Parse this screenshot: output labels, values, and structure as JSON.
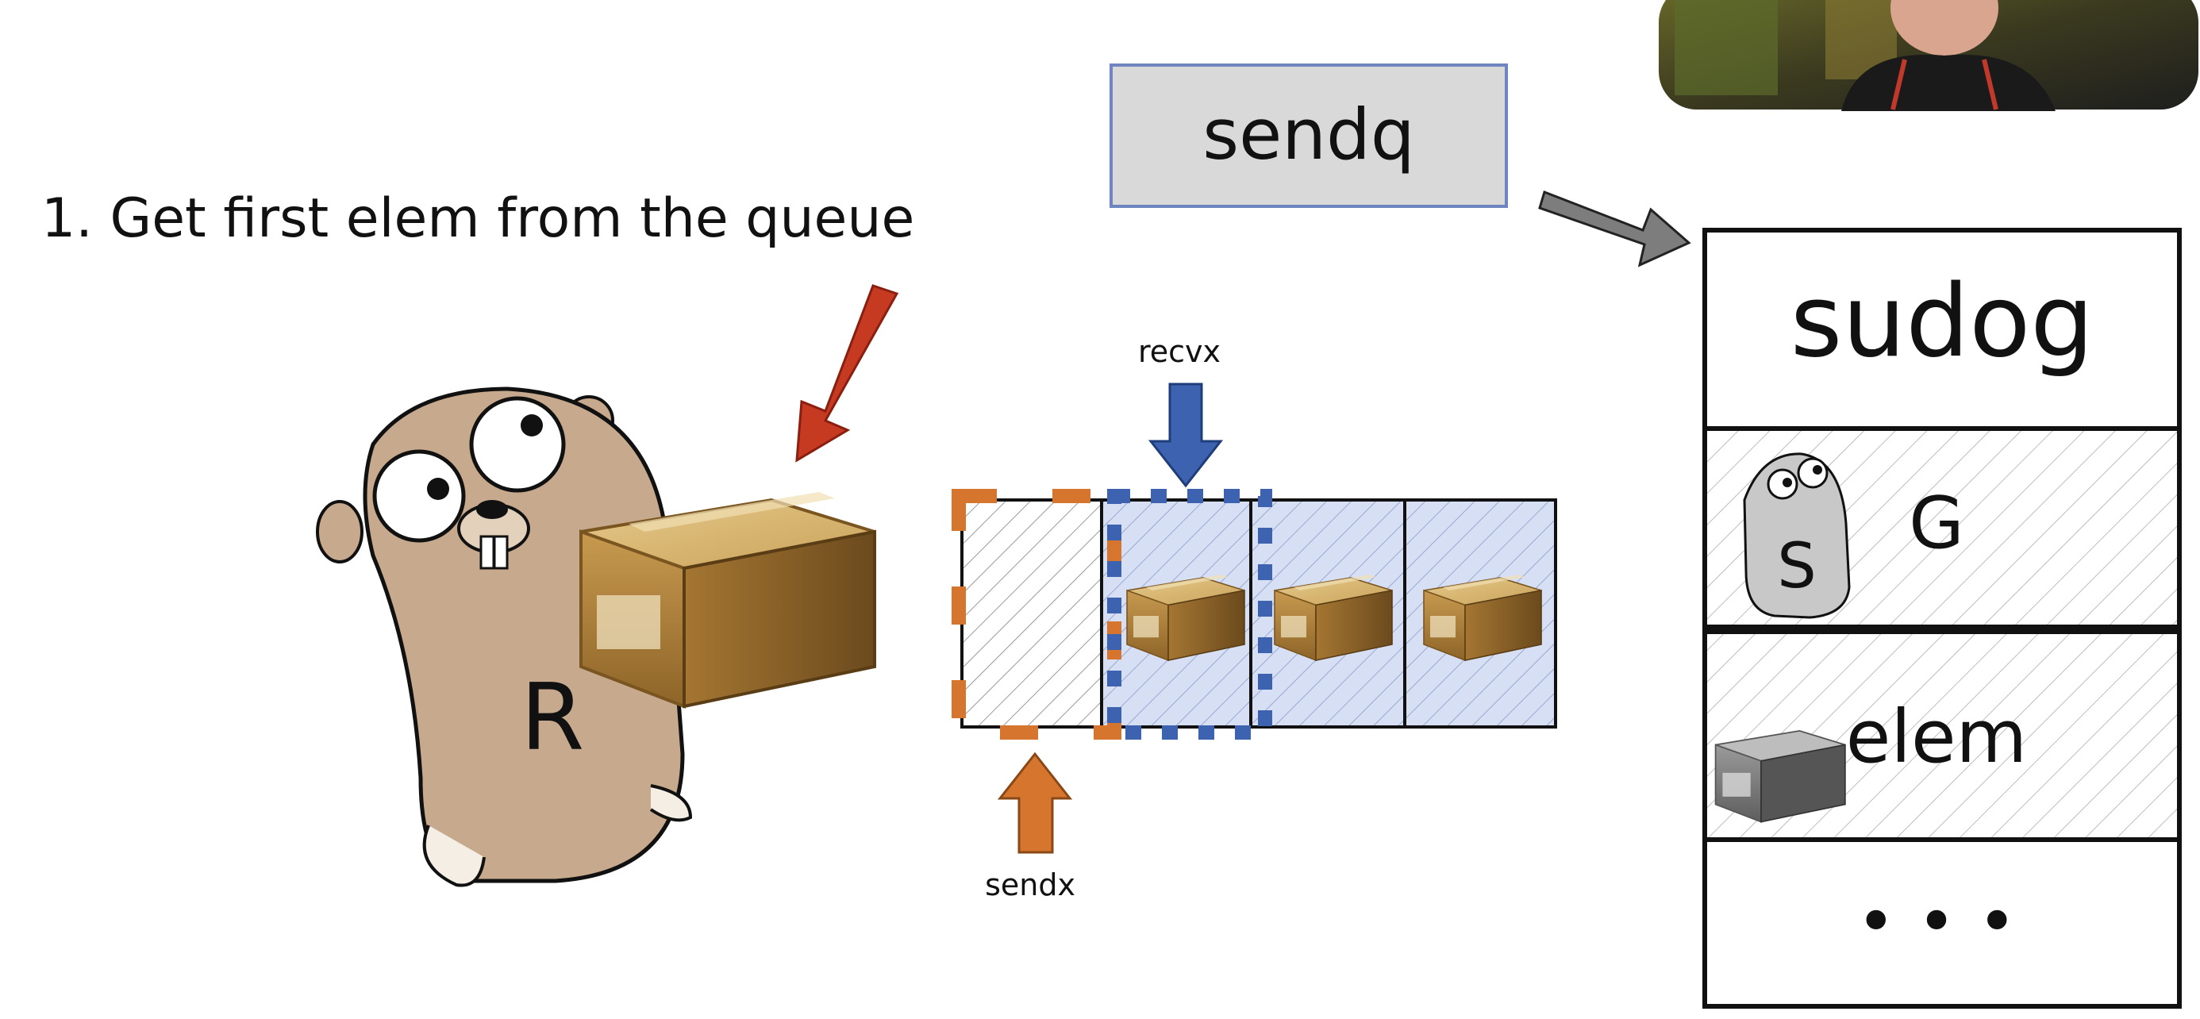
{
  "step_text": "1. Get first elem from the queue",
  "sendq_label": "sendq",
  "recvx_label": "recvx",
  "sendx_label": "sendx",
  "sudog": {
    "title": "sudog",
    "g_label": "G",
    "s_label": "S",
    "elem_label": "elem",
    "more_label": "• • •"
  },
  "receiver_label": "R",
  "buffer": {
    "slots": 4,
    "filled": 3
  },
  "colors": {
    "red_arrow": "#c73a22",
    "blue_arrow": "#3d63b0",
    "orange_arrow": "#d6762e",
    "gray_arrow": "#7d7d7d",
    "sendq_fill": "#d9d9d9",
    "sendq_border": "#6f85c1",
    "slot_hatch_blue": "#d6dff4",
    "orange_dash": "#d6762e",
    "blue_dash": "#3d63b0",
    "gopher": "#c7a98d"
  },
  "icons": {
    "webcam": "presenter-webcam",
    "box": "cardboard-box-icon",
    "gopher": "go-gopher-mascot"
  }
}
